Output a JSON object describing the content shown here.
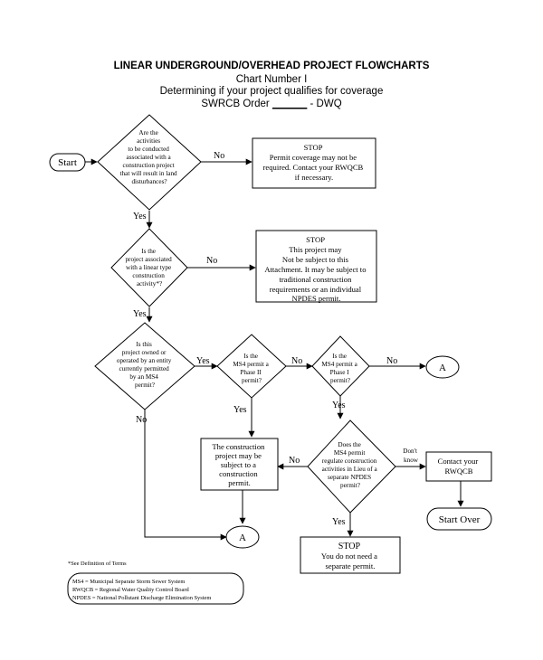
{
  "header": {
    "title": "LINEAR UNDERGROUND/OVERHEAD PROJECT FLOWCHARTS",
    "chart_number": "Chart Number I",
    "subtitle": "Determining if your project qualifies for coverage",
    "order_prefix": "SWRCB Order",
    "order_blank": "______",
    "order_suffix": "- DWQ"
  },
  "terminals": {
    "start": "Start",
    "start_over": "Start Over",
    "connector_a": "A"
  },
  "decisions": {
    "d1": [
      "Are the",
      "activities",
      "to be conducted",
      "associated with a",
      "construction project",
      "that will result in land",
      "disturbances?"
    ],
    "d2": [
      "Is the",
      "project associated",
      "with a linear type",
      "construction",
      "activity*?"
    ],
    "d3": [
      "Is this",
      "project owned or",
      "operated by an entity",
      "currently permitted",
      "by an MS4",
      "permit?"
    ],
    "d4": [
      "Is the",
      "MS4 permit a",
      "Phase II",
      "permit?"
    ],
    "d5": [
      "Is the",
      "MS4 permit a",
      "Phase I",
      "permit?"
    ],
    "d6": [
      "Does the",
      "MS4 permit",
      "regulate construction",
      "activities in Lieu of a",
      "separate NPDES",
      "permit?"
    ]
  },
  "boxes": {
    "stop1": [
      "STOP",
      "Permit coverage may not be",
      "required. Contact your RWQCB",
      "if necessary."
    ],
    "stop2": [
      "STOP",
      "This project may",
      "Not be subject to this",
      "Attachment.  It may be subject to",
      "traditional construction",
      "requirements or an individual",
      "NPDES permit."
    ],
    "subject": [
      "The construction",
      "project may be",
      "subject to a",
      "construction",
      "permit."
    ],
    "contact": [
      "Contact your",
      "RWQCB"
    ],
    "stop3": [
      "STOP",
      "You do not need a",
      "separate permit."
    ]
  },
  "labels": {
    "yes": "Yes",
    "no": "No",
    "dont_know": [
      "Don't",
      "know"
    ]
  },
  "notes": {
    "definition": "*See Definition of Terms",
    "terms": [
      "MS4 = Municipal Separate Storm Sewer System",
      "RWQCB = Regional Water Quality Control Board",
      "NPDES = National Pollutant Discharge Elimination System"
    ]
  }
}
